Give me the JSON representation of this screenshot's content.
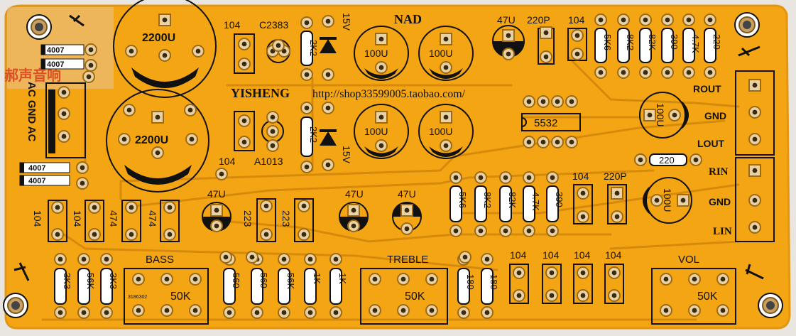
{
  "watermark": "郝声音响",
  "brand": "NAD",
  "maker": "YISHENG",
  "url": "http://shop33599005.taobao.com/",
  "colors": {
    "board": "#f4a514",
    "board_edge": "#e49610",
    "trace": "#d68a0c",
    "silk": "#111111",
    "copper": "#c9a060",
    "pad": "#e8d2a6",
    "hole": "#3a2a10"
  },
  "labels": {
    "cap_big_top": "2200U",
    "cap_big_bottom": "2200U",
    "diode_top": "4007",
    "diode_top2": "4007",
    "diode_bottom": "4007",
    "diode_bottom2": "4007",
    "power_in": "AC GND AC",
    "cap_104_a": "104",
    "transistor_top": "C2383",
    "transistor_bottom": "A1013",
    "res_2k2_top": "2K2",
    "res_2k2_bottom": "2K2",
    "zener_top": "15V",
    "zener_bottom": "15V",
    "ecap_100u_1": "100U",
    "ecap_100u_2": "100U",
    "ecap_100u_3": "100U",
    "ecap_100u_4": "100U",
    "ecap_47u_top": "47U",
    "cap_220p_top": "220P",
    "cap_104_top": "104",
    "res_top": [
      "5K6",
      "8K2",
      "82K",
      "390",
      "4.7K",
      "220"
    ],
    "opamp": "5532",
    "ecap_100u_right_top": "100U",
    "res_220_mid": "220",
    "rout": "ROUT",
    "gnd_top": "GND",
    "lout": "LOUT",
    "rin": "RIN",
    "gnd_bottom": "GND",
    "lin": "LIN",
    "cap_104_b": "104",
    "ecap_47u_l": "47U",
    "ecap_47u_m": "47U",
    "ecap_47u_r": "47U",
    "cap_223_a": "223",
    "cap_223_b": "223",
    "res_mid": [
      "5K6",
      "8K2",
      "82K",
      "4.7K",
      "390"
    ],
    "cap_104_mid": "104",
    "cap_220p_mid": "220P",
    "ecap_100u_right_bottom": "100U",
    "cap_left": [
      "104",
      "104",
      "474",
      "474"
    ],
    "bass": "BASS",
    "treble": "TREBLE",
    "vol": "VOL",
    "pot_bass": "50K",
    "pot_treble": "50K",
    "pot_vol": "50K",
    "pot_part": "3186302",
    "res_bass": [
      "3K3",
      "56K",
      "3K3"
    ],
    "res_lower": [
      "560",
      "560",
      "56K",
      "1K",
      "1K"
    ],
    "res_treble": [
      "180",
      "180"
    ],
    "cap_bottom": [
      "104",
      "104",
      "104",
      "104"
    ]
  }
}
